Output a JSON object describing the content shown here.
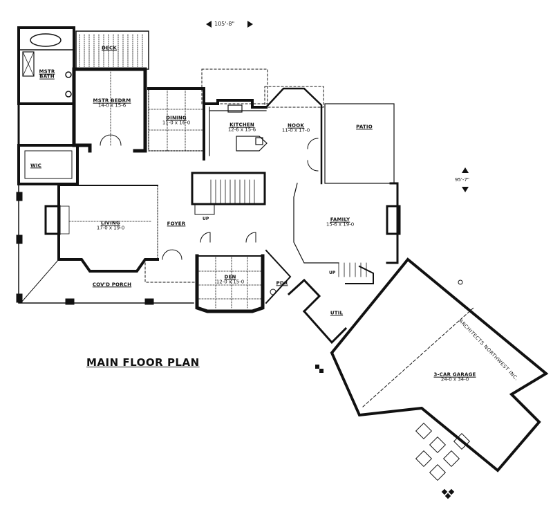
{
  "plan": {
    "title": "MAIN FLOOR PLAN",
    "overall_width": "105'-8\"",
    "overall_depth": "95'-7\"",
    "credit": "ARCHITECTS NORTHWEST INC."
  },
  "rooms": [
    {
      "id": "deck",
      "name": "DECK",
      "dims": ""
    },
    {
      "id": "mstr-bath",
      "name": "MSTR BATH",
      "dims": ""
    },
    {
      "id": "mstr-bedrm",
      "name": "MSTR BEDRM",
      "dims": "14-0 x 15-6"
    },
    {
      "id": "wic",
      "name": "WIC",
      "dims": ""
    },
    {
      "id": "dining",
      "name": "DINING",
      "dims": "11-0 x 16-0"
    },
    {
      "id": "kitchen",
      "name": "KITCHEN",
      "dims": "12-6 x 15-6"
    },
    {
      "id": "nook",
      "name": "NOOK",
      "dims": "11-0 x 17-0"
    },
    {
      "id": "patio",
      "name": "PATIO",
      "dims": ""
    },
    {
      "id": "living",
      "name": "LIVING",
      "dims": "17-0 x 19-0"
    },
    {
      "id": "foyer",
      "name": "FOYER",
      "dims": ""
    },
    {
      "id": "family",
      "name": "FAMILY",
      "dims": "15-6 x 19-0"
    },
    {
      "id": "covd-porch",
      "name": "COV'D PORCH",
      "dims": ""
    },
    {
      "id": "den",
      "name": "DEN",
      "dims": "12-0 x 15-0"
    },
    {
      "id": "pdr",
      "name": "PDR",
      "dims": ""
    },
    {
      "id": "util",
      "name": "UTIL",
      "dims": ""
    },
    {
      "id": "garage",
      "name": "3-CAR GARAGE",
      "dims": "24-0 x 34-0"
    }
  ],
  "stair_labels": [
    "UP",
    "UP"
  ]
}
